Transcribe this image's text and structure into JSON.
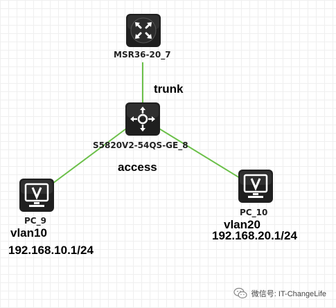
{
  "diagram": {
    "nodes": {
      "router": {
        "label": "MSR36-20_7",
        "icon": "router-icon"
      },
      "switch": {
        "label": "S5820V2-54QS-GE_8",
        "icon": "l3-switch-icon"
      },
      "pc9": {
        "label": "PC_9",
        "icon": "pc-monitor-icon",
        "vlan": "vlan10",
        "ip": "192.168.10.1/24"
      },
      "pc10": {
        "label": "PC_10",
        "icon": "pc-monitor-icon",
        "vlan": "vlan20",
        "ip": "192.168.20.1/24"
      }
    },
    "links": [
      {
        "from": "router",
        "to": "switch",
        "label": "trunk"
      },
      {
        "from": "switch",
        "to": "pc9",
        "label": "access"
      },
      {
        "from": "switch",
        "to": "pc10",
        "label": ""
      }
    ],
    "link_color": "#6cc04a",
    "device_color": "#1f1f1f"
  },
  "watermark": {
    "text": "微信号: IT-ChangeLife"
  }
}
